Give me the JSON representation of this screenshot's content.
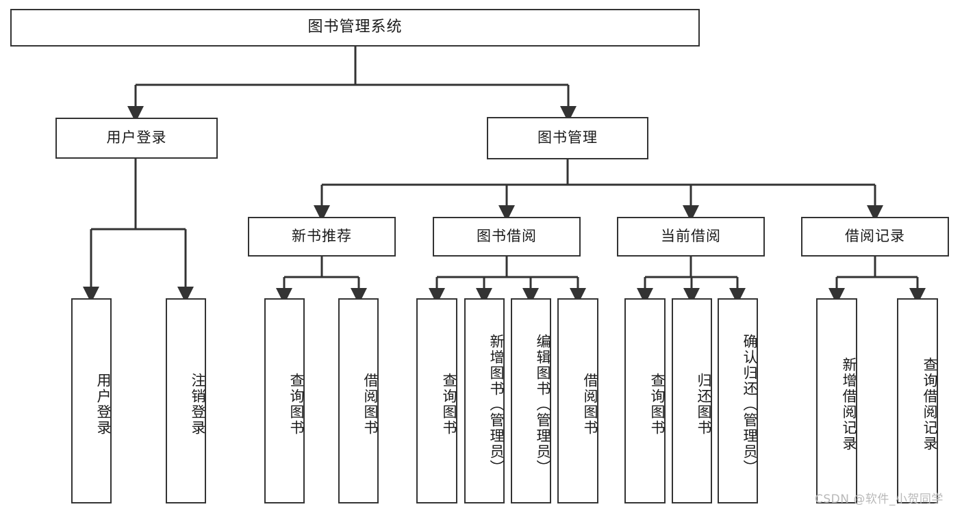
{
  "diagram": {
    "type": "tree-hierarchy",
    "orientation": "top-down",
    "title": "图书管理系统",
    "root": {
      "label": "图书管理系统"
    },
    "level2": [
      {
        "label": "用户登录"
      },
      {
        "label": "图书管理"
      }
    ],
    "level3": [
      {
        "label": "新书推荐"
      },
      {
        "label": "图书借阅"
      },
      {
        "label": "当前借阅"
      },
      {
        "label": "借阅记录"
      }
    ],
    "leaves": {
      "user_login": [
        {
          "label": "用户登录"
        },
        {
          "label": "注销登录"
        }
      ],
      "new_book_recommend": [
        {
          "label": "查询图书"
        },
        {
          "label": "借阅图书"
        }
      ],
      "book_borrow": [
        {
          "label": "查询图书"
        },
        {
          "label": "新增图书（管理员）"
        },
        {
          "label": "编辑图书（管理员）"
        },
        {
          "label": "借阅图书"
        }
      ],
      "current_borrow": [
        {
          "label": "查询图书"
        },
        {
          "label": "归还图书"
        },
        {
          "label": "确认归还（管理员）"
        }
      ],
      "borrow_record": [
        {
          "label": "新增借阅记录"
        },
        {
          "label": "查询借阅记录"
        }
      ]
    }
  },
  "watermark": {
    "text": "CSDN @软件_小贺同学"
  },
  "colors": {
    "stroke": "#333333",
    "background": "#ffffff",
    "text": "#1a1a1a",
    "watermark": "#b9b9b9"
  }
}
